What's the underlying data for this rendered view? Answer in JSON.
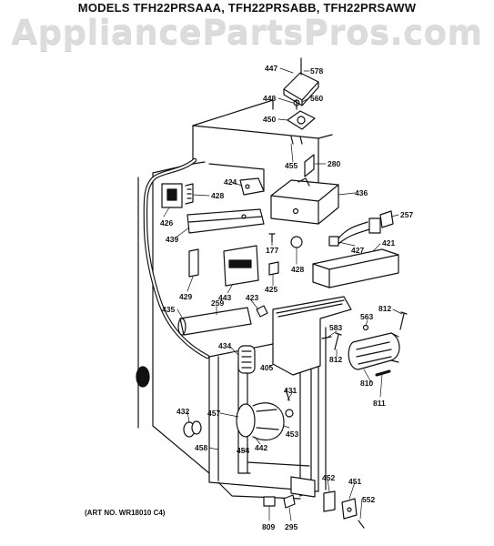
{
  "header": {
    "models": "MODELS TFH22PRSAAA, TFH22PRSABB, TFH22PRSAWW",
    "watermark": "AppliancePartsPros.com"
  },
  "art_number": "(ART NO. WR18010 C4)",
  "parts": [
    {
      "id": "p447",
      "label": "447"
    },
    {
      "id": "p578",
      "label": "578"
    },
    {
      "id": "p448",
      "label": "448"
    },
    {
      "id": "p560",
      "label": "560"
    },
    {
      "id": "p450",
      "label": "450"
    },
    {
      "id": "p455",
      "label": "455"
    },
    {
      "id": "p280",
      "label": "280"
    },
    {
      "id": "p424",
      "label": "424"
    },
    {
      "id": "p428a",
      "label": "428"
    },
    {
      "id": "p436",
      "label": "436"
    },
    {
      "id": "p426",
      "label": "426"
    },
    {
      "id": "p257",
      "label": "257"
    },
    {
      "id": "p439",
      "label": "439"
    },
    {
      "id": "p177",
      "label": "177"
    },
    {
      "id": "p427",
      "label": "427"
    },
    {
      "id": "p421",
      "label": "421"
    },
    {
      "id": "p428b",
      "label": "428"
    },
    {
      "id": "p425",
      "label": "425"
    },
    {
      "id": "p429",
      "label": "429"
    },
    {
      "id": "p443",
      "label": "443"
    },
    {
      "id": "p423",
      "label": "423"
    },
    {
      "id": "p812a",
      "label": "812"
    },
    {
      "id": "p435",
      "label": "435"
    },
    {
      "id": "p259",
      "label": "259"
    },
    {
      "id": "p563",
      "label": "563"
    },
    {
      "id": "p583",
      "label": "583"
    },
    {
      "id": "p434",
      "label": "434"
    },
    {
      "id": "p405",
      "label": "405"
    },
    {
      "id": "p812b",
      "label": "812"
    },
    {
      "id": "p810",
      "label": "810"
    },
    {
      "id": "p431",
      "label": "431"
    },
    {
      "id": "p811",
      "label": "811"
    },
    {
      "id": "p432",
      "label": "432"
    },
    {
      "id": "p457",
      "label": "457"
    },
    {
      "id": "p453",
      "label": "453"
    },
    {
      "id": "p442",
      "label": "442"
    },
    {
      "id": "p458",
      "label": "458"
    },
    {
      "id": "p454",
      "label": "454"
    },
    {
      "id": "p452",
      "label": "452"
    },
    {
      "id": "p451",
      "label": "451"
    },
    {
      "id": "p552",
      "label": "552"
    },
    {
      "id": "p809",
      "label": "809"
    },
    {
      "id": "p295",
      "label": "295"
    }
  ]
}
